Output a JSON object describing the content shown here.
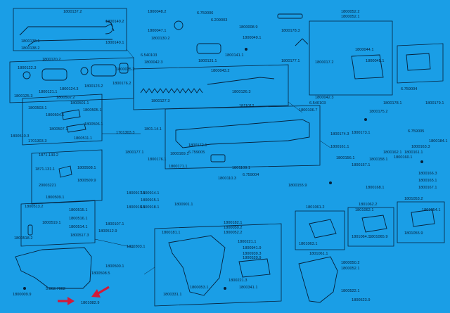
{
  "colors": {
    "background": "#1a9ee6",
    "ink": "#06203a",
    "marker": "#d21a3a"
  },
  "labels": {
    "l01": "1800137.2",
    "l02": "1800138.1",
    "l03": "1800138.2",
    "l04": "1800140.1",
    "l05": "1800140.2",
    "l06": "1800048.2",
    "l07": "6.759006",
    "l08": "6.209003",
    "l09": "1800047.1",
    "l10": "1800049.1",
    "l11": "1800008.9",
    "l12": "1800130.2",
    "l13": "1800131.1",
    "l14": "1800141.1",
    "l15": "6.540103",
    "l16": "1800042.3",
    "l17": "1800178.3",
    "l18": "1800177.1",
    "l19": "1800052.2",
    "l20": "1800052.1",
    "l21": "1800120.2",
    "l22": "1800122.3",
    "l23": "1800125.3",
    "l24": "1800121.1",
    "l25": "1800124.3",
    "l26": "1800123.2",
    "l27": "1800176.2",
    "l28": "1800025.2",
    "l29": "1800127.3",
    "l30": "1800126.3",
    "l31": "1800043.2",
    "l32": "1800044.1",
    "l33": "1800045.1",
    "l34": "1800017.2",
    "l35": "6.759004",
    "l36": "1800042.3",
    "l37": "6.540103",
    "l38": "1800502.2",
    "l39": "1800503.1",
    "l40": "1800501.1",
    "l41": "1800504.1",
    "l42": "1800505.1",
    "l43": "1800506.1",
    "l44": "1800507.1",
    "l45": "1800510.3",
    "l46": "1701303.3",
    "l47": "1701303.3",
    "l48": "1800511.1",
    "l49": "1811012",
    "l50": "1800106.7",
    "l51": "1800175.2",
    "l52": "1800178.1",
    "l53": "1800179.1",
    "l54": "6.759005",
    "l55": "1801.14.1",
    "l56": "1800177.1",
    "l57": "1800176.1",
    "l58": "1800172.1",
    "l59": "1800169.1",
    "l60": "6.759005",
    "l61": "1800171.1",
    "l62": "1800174.3",
    "l63": "1800173.1",
    "l64": "1800161.1",
    "l65": "1800163.3",
    "l66": "1800184.1",
    "l67": "1871.130.2",
    "l68": "1871.131.1",
    "l69": "1800508.1",
    "l70": "20003221",
    "l71": "1800509.9",
    "l72": "1800509.1",
    "l73": "1800110.3",
    "l74": "1801109.1",
    "l75": "6.759004",
    "l76": "1800156.1",
    "l77": "1800157.1",
    "l78": "1800158.1",
    "l79": "1800162.1",
    "l80": "1800160.1",
    "l81": "1800161.1",
    "l82": "1800166.3",
    "l83": "1800165.1",
    "l84": "1800167.1",
    "l85": "1800168.1",
    "l86": "1800513.2",
    "l87": "1800515.1",
    "l88": "1800516.1",
    "l89": "1800514.1",
    "l90": "1800518.2",
    "l91": "1800517.3",
    "l92": "1800519.1",
    "l93": "1800107.1",
    "l94": "1800917.1",
    "l95": "1800914.1",
    "l96": "1800915.1",
    "l97": "1800916.1",
    "l98": "1800918.1",
    "l99": "1800901.1",
    "l100": "1800155.9",
    "l101": "1801061.2",
    "l102": "1801062.1",
    "l103": "1801063.1",
    "l104": "1801062.2",
    "l105": "1801064.1",
    "l106": "1801065.9",
    "l107": "1801053.2",
    "l108": "1801054.1",
    "l109": "1801055.9",
    "l110": "1800303.1",
    "l111": "1800500.1",
    "l112": "1800181.1",
    "l113": "1800182.1",
    "l114": "1800050.2",
    "l115": "1800052.2",
    "l116": "1800221.1",
    "l117": "1800941.9",
    "l118": "1800939.3",
    "l119": "1800520.9",
    "l120": "1800221.3",
    "l121": "1800341.1",
    "l122": "1800331.1",
    "l123": "1801061.1",
    "l124": "1800050.2",
    "l125": "1800052.1",
    "l126": "1800522.1",
    "l127": "1800523.9",
    "l128": "1800009.9",
    "l129": "1800508.5",
    "l130": "5.062.7002",
    "l131": "1801082.9",
    "l132": "1800053.1",
    "l133": "1800512.9"
  }
}
